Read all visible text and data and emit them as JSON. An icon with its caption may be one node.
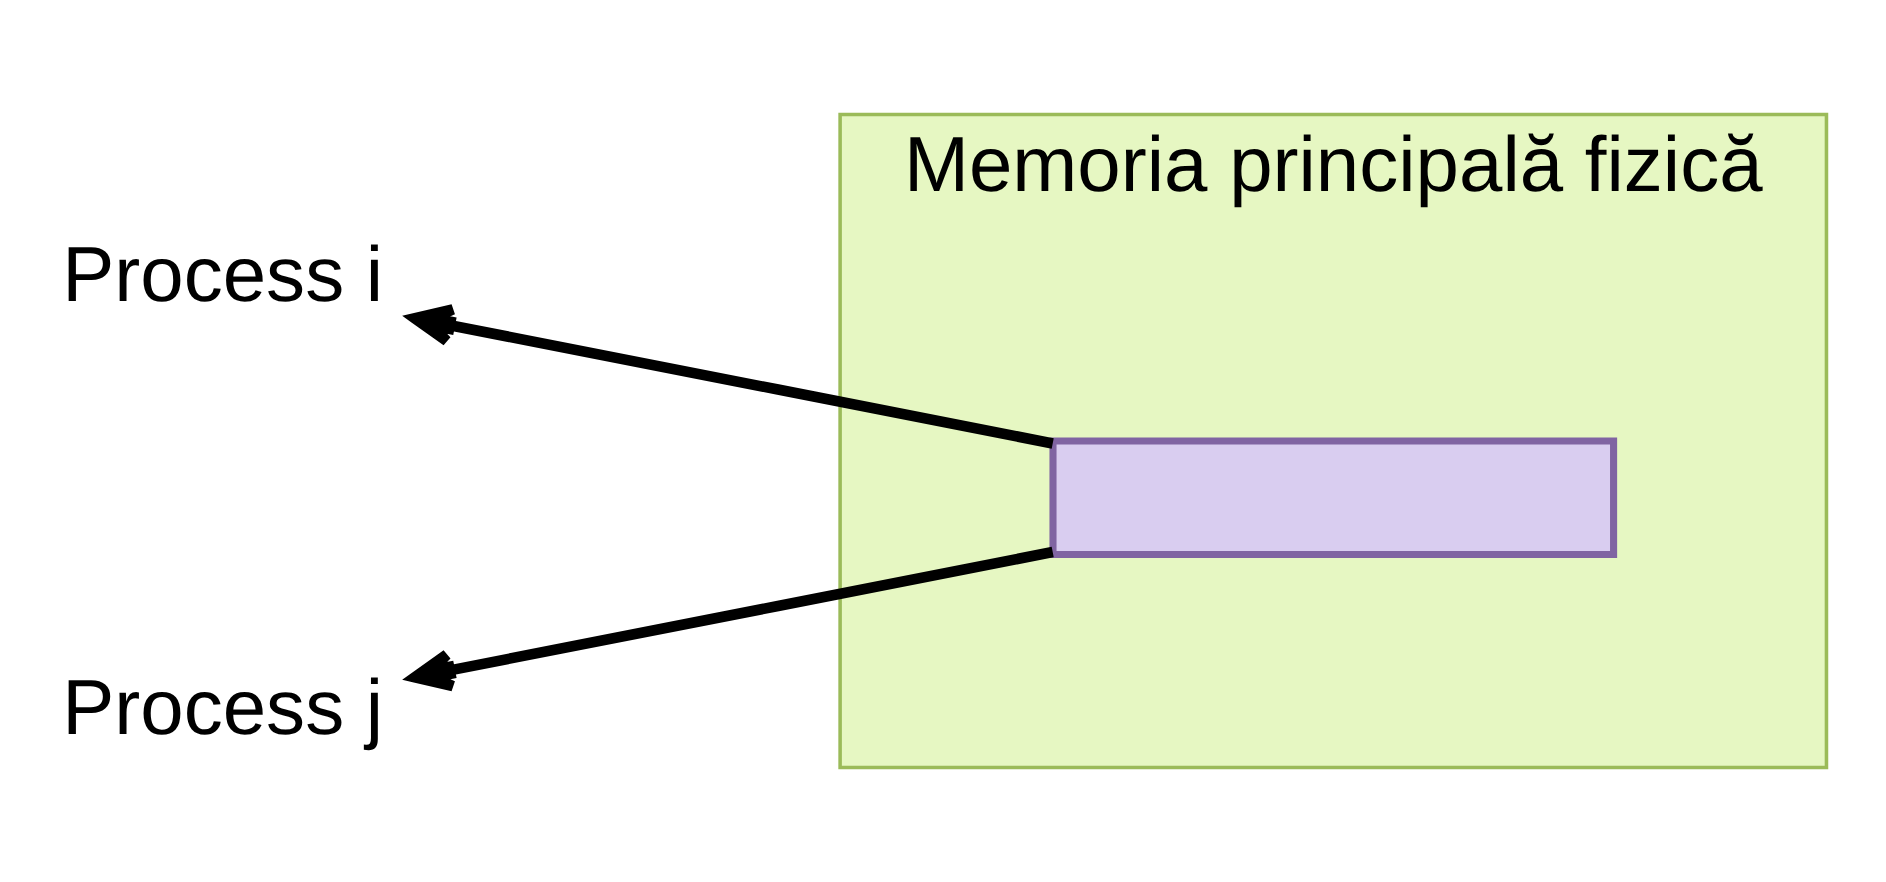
{
  "diagram": {
    "nodes": [
      {
        "text": [
          "Memoria principală fizică"
        ]
      },
      {
        "text": [],
        "shape": "bar",
        "in": 0
      },
      {
        "text": [
          "Process i"
        ]
      },
      {
        "text": [
          "Process j"
        ]
      }
    ],
    "edges": [
      {
        "from": 1,
        "to": 2,
        "arrow": "to"
      },
      {
        "from": 1,
        "to": 3,
        "arrow": "to"
      }
    ]
  }
}
